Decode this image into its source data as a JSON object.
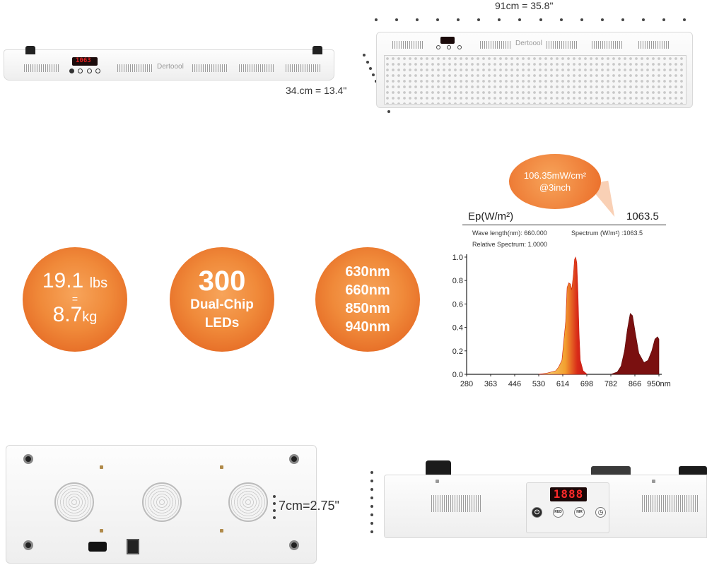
{
  "dimensions": {
    "width_label": "91cm = 35.8\"",
    "depth_label": "34.cm = 13.4\"",
    "height_label": "7cm=2.75\""
  },
  "brand": {
    "logo_text": "Dertoool"
  },
  "mini_display": {
    "reading": "1063"
  },
  "front_display": {
    "reading": "1888"
  },
  "controls": {
    "power": "⏻",
    "red": "RED",
    "nir": "NIR",
    "timer": "◷"
  },
  "features": {
    "weight": {
      "lbs_value": "19.1",
      "lbs_unit": "lbs",
      "eq": "=",
      "kg_value": "8.7",
      "kg_unit": "kg"
    },
    "leds": {
      "count": "300",
      "line1": "Dual-Chip",
      "line2": "LEDs"
    },
    "wavelengths": [
      "630nm",
      "660nm",
      "850nm",
      "940nm"
    ]
  },
  "callout": {
    "line1": "106.35mW/cm²",
    "line2": "@3inch"
  },
  "spectrum": {
    "ep_label": "Ep(W/m²)",
    "ep_value": "1063.5",
    "wavelength_label": "Wave length(nm): 660.000",
    "spectrum_label": "Spectrum  (W/m²)  :1063.5",
    "relative_label": "Relative Spectrum: 1.0000"
  },
  "colors": {
    "orange": "#f08a3a",
    "deep_red": "#c01818",
    "dark_red": "#7a1010",
    "display_red": "#ff2a2a"
  },
  "chart_data": {
    "type": "area",
    "x_ticks": [
      "280",
      "363",
      "446",
      "530",
      "614",
      "698",
      "782",
      "866",
      "950nm"
    ],
    "y_ticks": [
      "0.0",
      "0.2",
      "0.4",
      "0.6",
      "0.8",
      "1.0"
    ],
    "xlim": [
      280,
      950
    ],
    "ylim": [
      0,
      1.0
    ],
    "series": [
      {
        "name": "",
        "x": [
          530,
          560,
          590,
          600,
          612,
          625,
          630,
          636,
          642,
          646,
          652,
          656,
          660,
          664,
          668,
          672,
          676,
          686,
          700
        ],
        "y": [
          0.0,
          0.01,
          0.03,
          0.06,
          0.12,
          0.45,
          0.74,
          0.78,
          0.77,
          0.72,
          0.85,
          0.98,
          1.0,
          0.95,
          0.7,
          0.35,
          0.12,
          0.03,
          0.0
        ]
      },
      {
        "name": "",
        "x": [
          782,
          805,
          818,
          830,
          840,
          850,
          858,
          868,
          880,
          898,
          912,
          925,
          936,
          945,
          950
        ],
        "y": [
          0.0,
          0.02,
          0.07,
          0.2,
          0.38,
          0.52,
          0.5,
          0.35,
          0.18,
          0.1,
          0.12,
          0.2,
          0.3,
          0.32,
          0.3
        ]
      }
    ]
  }
}
